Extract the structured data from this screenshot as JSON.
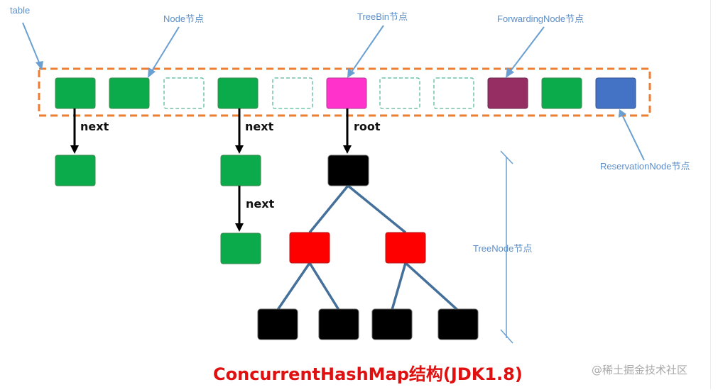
{
  "labels": {
    "table": "table",
    "node": "Node节点",
    "treebin": "TreeBin节点",
    "forwarding": "ForwardingNode节点",
    "reservation": "ReservationNode节点",
    "treenode": "TreeNode节点"
  },
  "edges": {
    "next_1": "next",
    "next_2": "next",
    "next_3": "next",
    "root": "root"
  },
  "title": "ConcurrentHashMap结构(JDK1.8)",
  "watermark": "@稀土掘金技术社区",
  "colors": {
    "node_green": "#0bab4b",
    "treebin_magenta": "#ff33cc",
    "forwarding_maroon": "#962d63",
    "reservation_blue": "#4472c4",
    "tree_red": "#ff0000",
    "tree_black": "#000000",
    "table_border": "#ed7d31",
    "empty_slot_border": "#2aa57e",
    "label_blue": "#5b8fc9",
    "title_red": "#e01010"
  }
}
